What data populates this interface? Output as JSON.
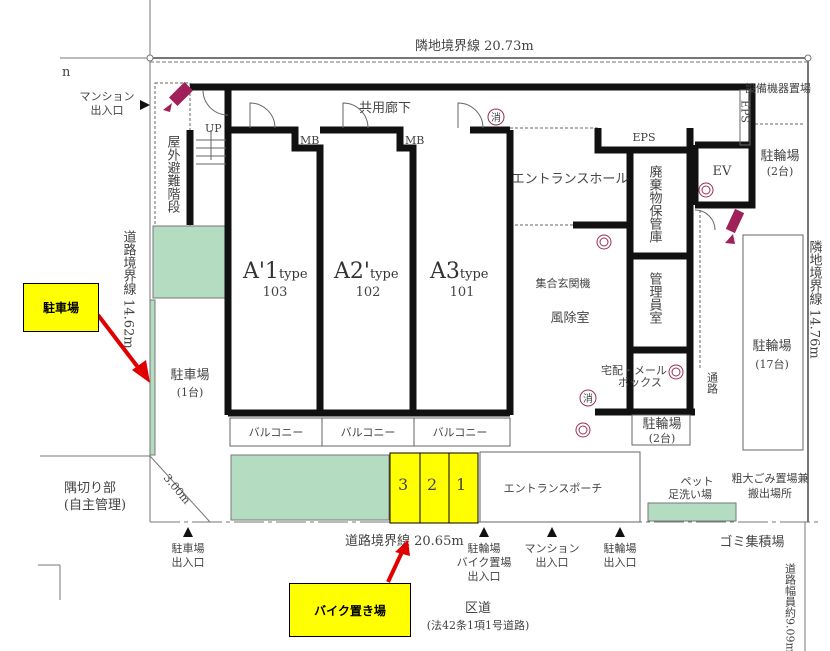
{
  "colors": {
    "wall": "#111111",
    "green": "#b3dcc0",
    "yellow": "#ffff00",
    "arrow": "#e00000",
    "camera": "#a0205a",
    "marker": "#9a3050"
  },
  "boundaries": {
    "top": "隣地境界線 20.73m",
    "bottom": "道路境界線 20.65m",
    "left": "道路境界線 14.62m",
    "right": "隣地境界線 14.76m"
  },
  "rooms": {
    "corridor": "共用廊下",
    "stairs": "屋外避難階段",
    "up": "UP",
    "mb": "MB",
    "units": [
      {
        "type": "A'1",
        "suffix": "type",
        "no": "103"
      },
      {
        "type": "A2'",
        "suffix": "type",
        "no": "102"
      },
      {
        "type": "A3",
        "suffix": "type",
        "no": "101"
      }
    ],
    "balcony": "バルコニー",
    "entrance_hall": "エントランスホール",
    "wind_room": "風除室",
    "intercom": "集合玄関機",
    "waste": "廃棄物保管庫",
    "manager": "管理員室",
    "eps": "EPS",
    "eps_v": "EPS",
    "ev": "EV",
    "equipment": "設備機器置場",
    "bike2_top": "駐輪場",
    "bike2_top_count": "(2台)",
    "bike17": "駐輪場",
    "bike17_count": "(17台)",
    "passage": "通路",
    "delivery": "宅配・メール",
    "delivery2": "ボックス",
    "bike2": "駐輪場",
    "bike2_count": "(2台)",
    "parking": "駐車場",
    "parking_count": "(1台)",
    "porch": "エントランスポーチ",
    "pet": "ペット",
    "pet2": "足洗い場",
    "bulky": "粗大ごみ置場兼",
    "bulky2": "搬出場所",
    "garbage": "ゴミ集積場",
    "corner": "隅切り部",
    "corner2": "(自主管理)",
    "corner_len": "3.00m",
    "fire": "消",
    "bike_slots": [
      "3",
      "2",
      "1"
    ]
  },
  "entrances": [
    {
      "l1": "駐車場",
      "l2": "出入口"
    },
    {
      "l1": "駐輪場",
      "l2": "バイク置場",
      "l3": "出入口"
    },
    {
      "l1": "マンション",
      "l2": "出入口"
    },
    {
      "l1": "駐輪場",
      "l2": "出入口"
    }
  ],
  "entrance_left": {
    "l1": "マンション",
    "l2": "出入口"
  },
  "road": {
    "name": "区道",
    "note": "(法42条1項1号道路)",
    "width": "道路幅員約9.09m"
  },
  "callouts": {
    "parking": "駐車場",
    "bike": "バイク置き場"
  },
  "fragment": "n"
}
